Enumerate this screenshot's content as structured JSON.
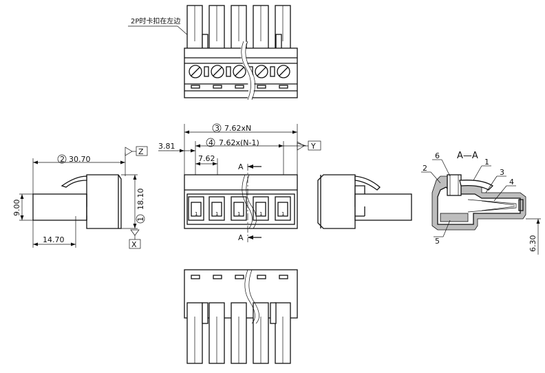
{
  "note_2p": "2P时卡扣在左边",
  "dims": {
    "pitch_n": "7.62xN",
    "pitch_n1": "7.62x(N-1)",
    "offset": "3.81",
    "pitch": "7.62",
    "width": "30.70",
    "height_total": "18.10",
    "height_body": "9.00",
    "depth": "14.70",
    "height_section": "6.30"
  },
  "circled": {
    "c1": "1",
    "c2": "2",
    "c3": "3",
    "c4": "4"
  },
  "datums": {
    "x": "X",
    "y": "Y",
    "z": "Z"
  },
  "section": {
    "title": "A—A",
    "marker": "A"
  },
  "callouts": [
    "1",
    "2",
    "3",
    "4",
    "5",
    "6"
  ],
  "pin_label": "1",
  "colors": {
    "line": "#111111",
    "section_fill": "#bdbdbd"
  }
}
